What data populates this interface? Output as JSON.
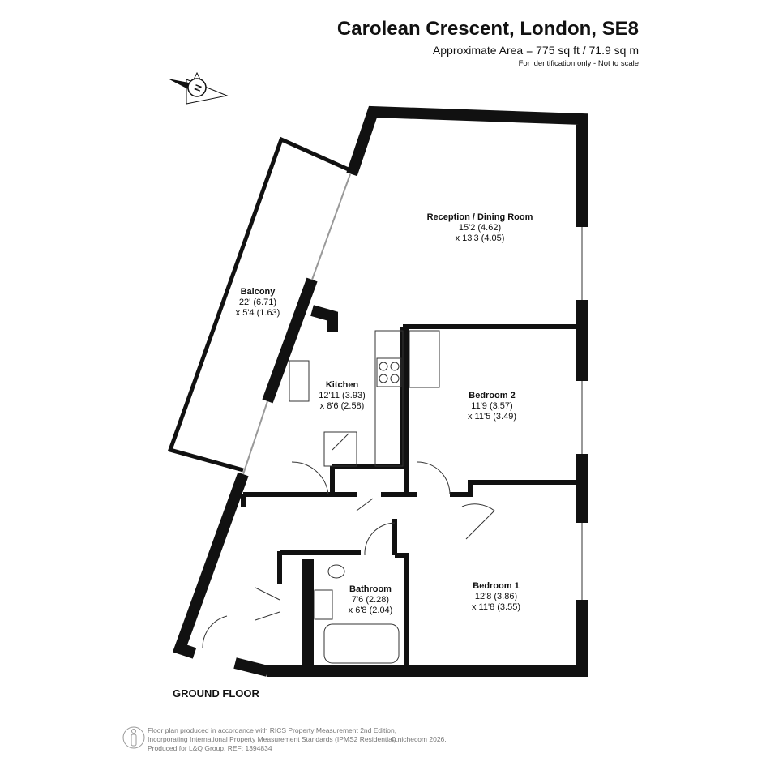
{
  "header": {
    "title": "Carolean Crescent, London, SE8",
    "area": "Approximate Area = 775 sq ft / 71.9 sq m",
    "note": "For identification only - Not to scale"
  },
  "compass": {
    "label": "N"
  },
  "rooms": [
    {
      "name": "Reception / Dining Room",
      "dim1": "15'2 (4.62)",
      "dim2": "x 13'3 (4.05)"
    },
    {
      "name": "Balcony",
      "dim1": "22' (6.71)",
      "dim2": "x 5'4 (1.63)"
    },
    {
      "name": "Kitchen",
      "dim1": "12'11 (3.93)",
      "dim2": "x 8'6 (2.58)"
    },
    {
      "name": "Bedroom 2",
      "dim1": "11'9 (3.57)",
      "dim2": "x 11'5 (3.49)"
    },
    {
      "name": "Bathroom",
      "dim1": "7'6 (2.28)",
      "dim2": "x 6'8 (2.04)"
    },
    {
      "name": "Bedroom 1",
      "dim1": "12'8 (3.86)",
      "dim2": "x 11'8 (3.55)"
    }
  ],
  "floor_label": "GROUND FLOOR",
  "footer": {
    "line1": "Floor plan produced in accordance with RICS Property Measurement 2nd Edition,",
    "line2": "Incorporating International Property Measurement Standards (IPMS2 Residential).",
    "line3": "Produced for L&Q Group.   REF: 1394834",
    "copyright": "© nichecom 2026."
  }
}
